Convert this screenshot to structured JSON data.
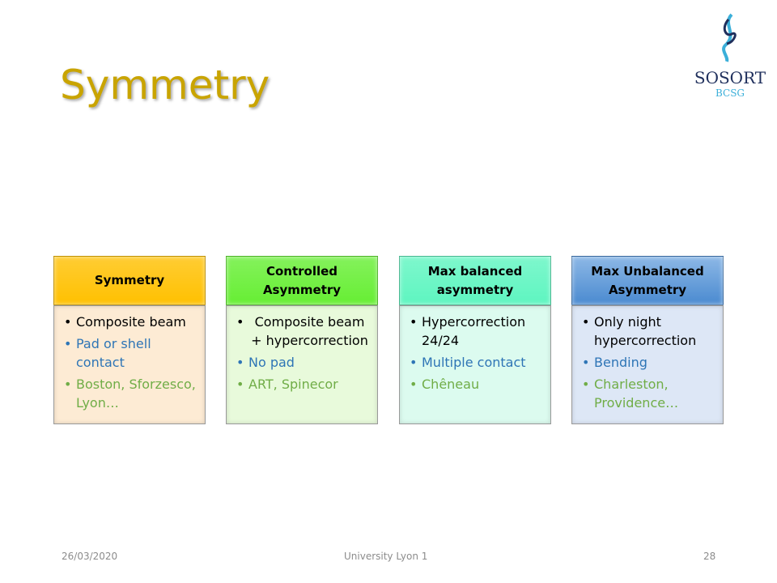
{
  "title": "Symmetry",
  "logo": {
    "name": "SOSORT",
    "sub": "BCSG"
  },
  "boxes": [
    {
      "header": "Symmetry",
      "head_color": "#FFC000",
      "body_color": "#FDEBD4",
      "items": [
        "Composite beam",
        "Pad or shell contact",
        "Boston, Sforzesco, Lyon…"
      ]
    },
    {
      "header": "Controlled Asymmetry",
      "head_color": "#66EE33",
      "body_color": "#E8FADB",
      "items": [
        "Composite beam + hypercorrection",
        "No pad",
        "ART, Spinecor"
      ]
    },
    {
      "header": "Max balanced asymmetry",
      "head_color": "#5EF5C0",
      "body_color": "#DCFBEF",
      "items": [
        "Hypercorrection 24/24",
        "Multiple contact",
        "Chêneau"
      ]
    },
    {
      "header": "Max Unbalanced Asymmetry",
      "head_color": "#5B9BD5",
      "body_color": "#DDE7F6",
      "items": [
        "Only night hypercorrection",
        "Bending",
        "Charleston, Providence…"
      ]
    }
  ],
  "footer": {
    "date": "26/03/2020",
    "center": "University Lyon 1",
    "page": "28"
  }
}
